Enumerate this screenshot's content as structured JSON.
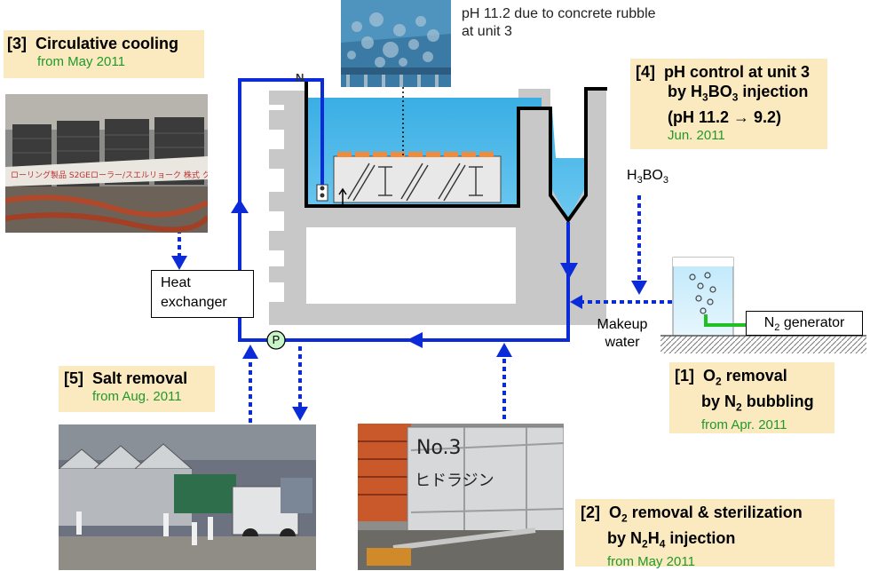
{
  "caption_top": {
    "line1": "pH 11.2 due to concrete rubble",
    "line2": "at unit 3"
  },
  "box3": {
    "num": "[3]",
    "title": "Circulative cooling",
    "date": "from May 2011"
  },
  "box4": {
    "num": "[4]",
    "line1": "pH control at unit 3",
    "line2_pre": "by H",
    "line2_sub1": "3",
    "line2_mid": "BO",
    "line2_sub2": "3",
    "line2_post": " injection",
    "line3": "(pH 11.2 → 9.2)",
    "date": "Jun. 2011"
  },
  "h3bo3": {
    "pre": "H",
    "sub1": "3",
    "mid": "BO",
    "sub2": "3"
  },
  "heat_exchanger": {
    "line1": "Heat",
    "line2": "exchanger"
  },
  "pump_label": "P",
  "n_label": "N",
  "makeup": {
    "line1": "Makeup",
    "line2": "water"
  },
  "n2gen": {
    "pre": "N",
    "sub": "2",
    "post": " generator"
  },
  "box1": {
    "num": "[1]",
    "line1_pre": "O",
    "line1_sub": "2",
    "line1_post": " removal",
    "line2_pre": "by N",
    "line2_sub": "2",
    "line2_post": " bubbling",
    "date": "from Apr. 2011"
  },
  "box5": {
    "num": "[5]",
    "title": "Salt removal",
    "date": "from Aug. 2011"
  },
  "box2": {
    "num": "[2]",
    "line1_pre": "O",
    "line1_sub": "2",
    "line1_post": " removal & sterilization",
    "line2_pre": "by N",
    "line2_sub1": "2",
    "line2_mid": "H",
    "line2_sub2": "4",
    "line2_post": " injection",
    "date": "from May 2011"
  },
  "photo_cooling": {
    "banner": "ローリング製品 S2GEローラー/スエルリョーク 株式 クラウン・テクノロジー"
  },
  "photo_tank": {
    "line1": "No.3",
    "line2": "ヒドラジン"
  },
  "colors": {
    "flow": "#0b2bd9",
    "note_bg": "#fbe9c0",
    "date_text": "#1f9a2a",
    "water": "#3fb2e6",
    "concrete": "#c8c8c8"
  }
}
